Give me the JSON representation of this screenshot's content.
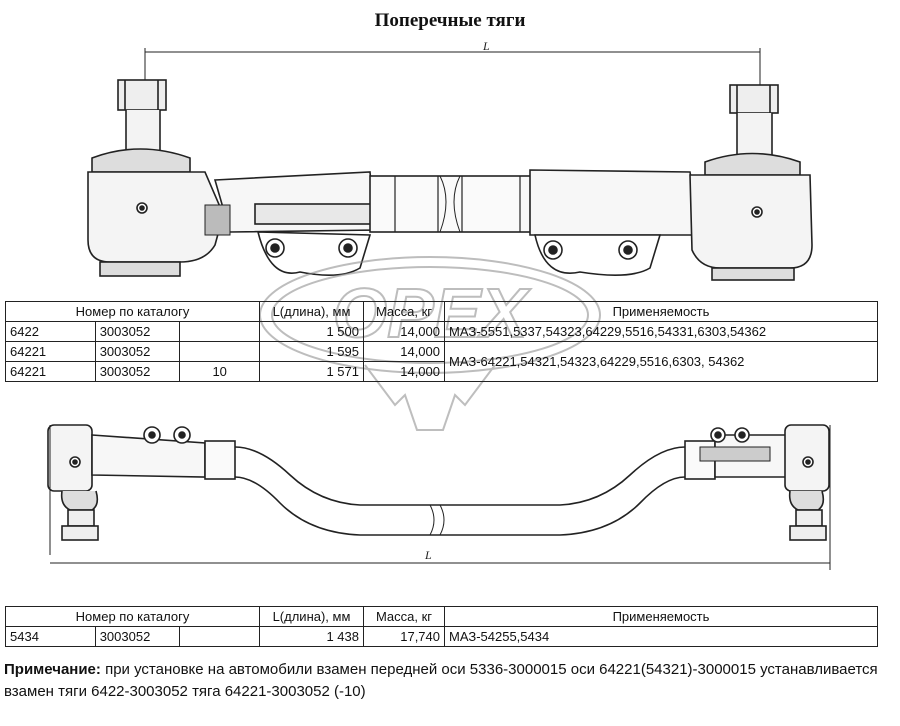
{
  "title": "Поперечные тяги",
  "dimension_label": "L",
  "table1": {
    "headers": {
      "catalog": "Номер по каталогу",
      "length": "L(длина), мм",
      "mass": "Масса, кг",
      "applicability": "Применяемость"
    },
    "rows": [
      {
        "part1": "6422",
        "part2": "3003052",
        "variant": "",
        "length": "1 500",
        "mass": "14,000"
      },
      {
        "part1": "64221",
        "part2": "3003052",
        "variant": "",
        "length": "1 595",
        "mass": "14,000"
      },
      {
        "part1": "64221",
        "part2": "3003052",
        "variant": "10",
        "length": "1 571",
        "mass": "14,000"
      }
    ],
    "applicability": [
      "МАЗ-5551,5337,54323,64229,5516,54331,6303,54362",
      "МАЗ-64221,54321,54323,64229,5516,6303, 54362"
    ]
  },
  "table2": {
    "headers": {
      "catalog": "Номер по каталогу",
      "length": "L(длина), мм",
      "mass": "Масса, кг",
      "applicability": "Применяемость"
    },
    "rows": [
      {
        "part1": "5434",
        "part2": "3003052",
        "variant": "",
        "length": "1 438",
        "mass": "17,740",
        "applicability": "МАЗ-54255,5434"
      }
    ]
  },
  "note": {
    "label": "Примечание:",
    "text": " при установке на автомобили взамен передней оси 5336-3000015 оси 64221(54321)-3000015 устанавливается взамен тяги 6422-3003052 тяга 64221-3003052 (-10)"
  },
  "watermark": "OPEX"
}
